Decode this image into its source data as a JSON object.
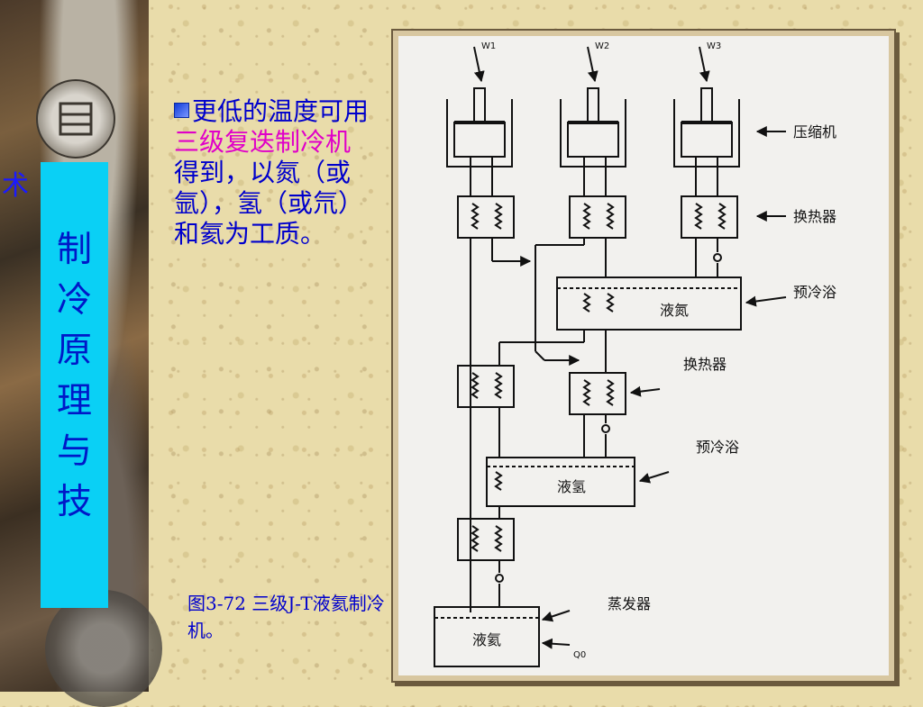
{
  "side_title": {
    "top_char": "术",
    "chars": [
      "制",
      "冷",
      "原",
      "理",
      "与",
      "技"
    ]
  },
  "bullet": {
    "part1": "更低的温度可用",
    "highlight": "三级复迭制冷机",
    "part2": "得到，以氮（或氩），氢（或氘）和氦为工质。"
  },
  "caption": "图3-72 三级J-T液氦制冷机。",
  "diagram": {
    "labels": {
      "compressor": "压缩机",
      "hx1": "换热器",
      "precool1": "预冷浴",
      "bath1": "液氮",
      "hx2": "换热器",
      "precool2": "预冷浴",
      "bath2": "液氢",
      "evaporator": "蒸发器",
      "bath3": "液氦",
      "w1": "W1",
      "w2": "W2",
      "w3": "W3",
      "q0": "Q0"
    }
  },
  "colors": {
    "title_bg": "#0ad0f5",
    "title_text": "#0018c8",
    "body_text": "#0000cc",
    "highlight": "#e000c8"
  }
}
